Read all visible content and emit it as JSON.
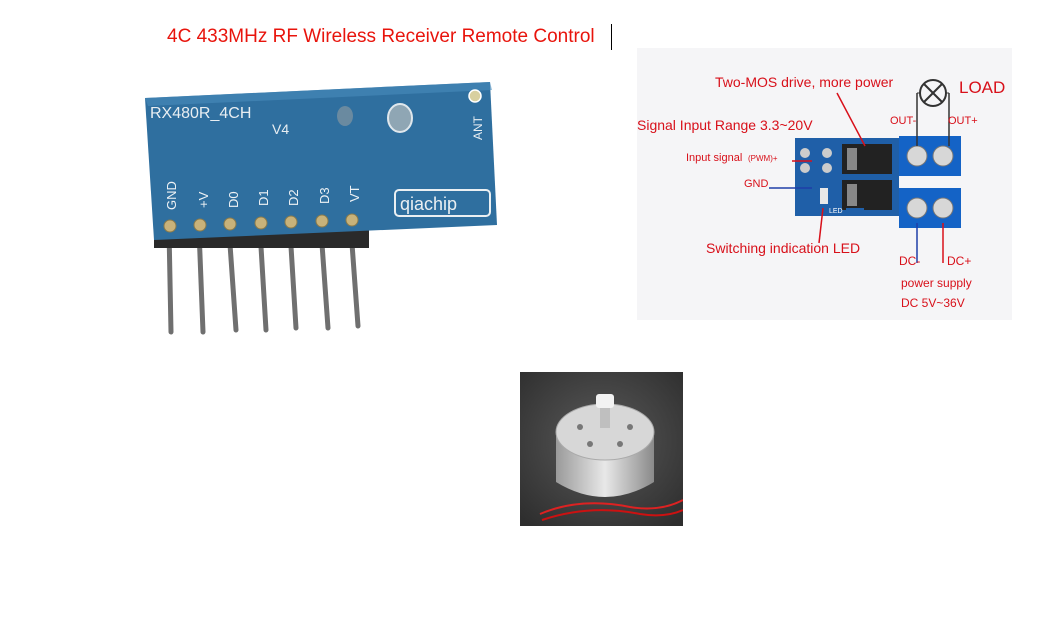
{
  "document": {
    "title": "4C 433MHz RF Wireless Receiver Remote Control"
  },
  "receiver_image": {
    "model": "RX480R_4CH",
    "version": "V4",
    "ant": "ANT",
    "brand": "qiachip",
    "pins": [
      "GND",
      "+V",
      "D0",
      "D1",
      "D2",
      "D3",
      "VT"
    ]
  },
  "mos_image": {
    "top_note": "Two-MOS drive, more power",
    "load": "LOAD",
    "signal_range": "Signal Input Range  3.3~20V",
    "out_minus": "OUT-",
    "out_plus": "OUT+",
    "input_signal": "Input signal",
    "pwm": "(PWM)+",
    "gnd": "GND",
    "led_note": "Switching indication LED",
    "dc_minus": "DC-",
    "dc_plus": "DC+",
    "power_supply": "power supply",
    "dc_range": "DC 5V~36V",
    "led_mark": "LED"
  },
  "motor_image": {}
}
